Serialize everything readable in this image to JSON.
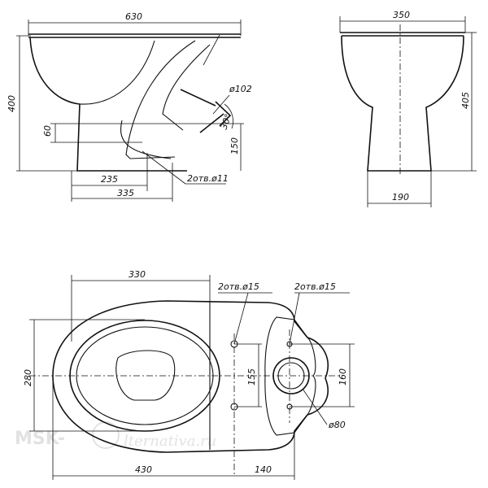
{
  "watermark": {
    "left": "MSK-",
    "right": "lternativa.ru"
  },
  "side_view": {
    "overall_length": "630",
    "height": "400",
    "outlet_diameter": "ø102",
    "outlet_angle": "30°",
    "outlet_height": "150",
    "inlet_height": "60",
    "floor_to_outlet": "235",
    "floor_to_fixing": "335",
    "fixing_holes": "2отв.ø11"
  },
  "front_view": {
    "width": "350",
    "height": "405",
    "base_width": "190"
  },
  "top_view": {
    "seat_length": "330",
    "bowl_width": "280",
    "bowl_length": "430",
    "tank_offset": "140",
    "seat_holes": "2отв.ø15",
    "tank_holes": "2отв.ø15",
    "hole_spacing": "155",
    "tank_spacing": "160",
    "inlet_diameter": "ø80"
  }
}
